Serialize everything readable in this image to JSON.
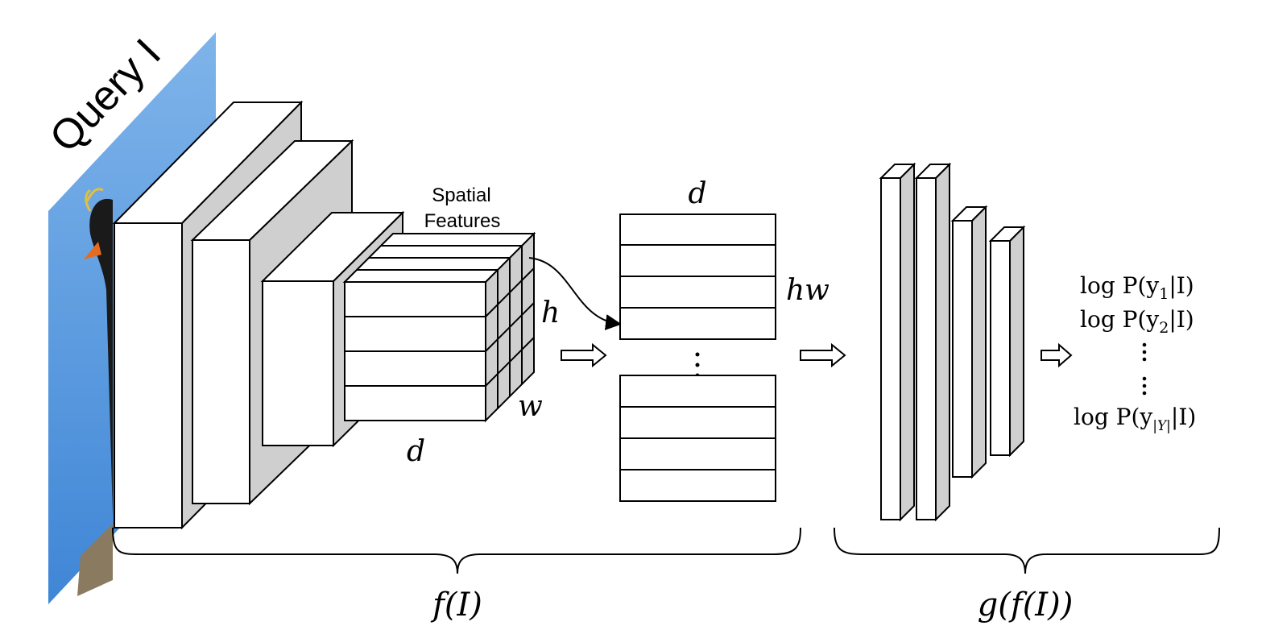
{
  "query": {
    "label": "Query I"
  },
  "spatial_features": {
    "line1": "Spatial",
    "line2": "Features"
  },
  "cube_labels": {
    "h": "h",
    "w": "w",
    "d": "d"
  },
  "matrix_labels": {
    "d": "d",
    "hw": "hw"
  },
  "braces": {
    "left": "f(I)",
    "right": "g(f(I))"
  },
  "outputs": {
    "first": {
      "prefix": "log P(y",
      "sub": "1",
      "suffix": "|I)"
    },
    "second": {
      "prefix": "log P(y",
      "sub": "2",
      "suffix": "|I)"
    },
    "last": {
      "prefix": "log P(y",
      "sub": "|Y|",
      "suffix": "|I)"
    }
  },
  "colors": {
    "side_fill": "#cfcfcf",
    "sky": "#5b9bd9"
  }
}
